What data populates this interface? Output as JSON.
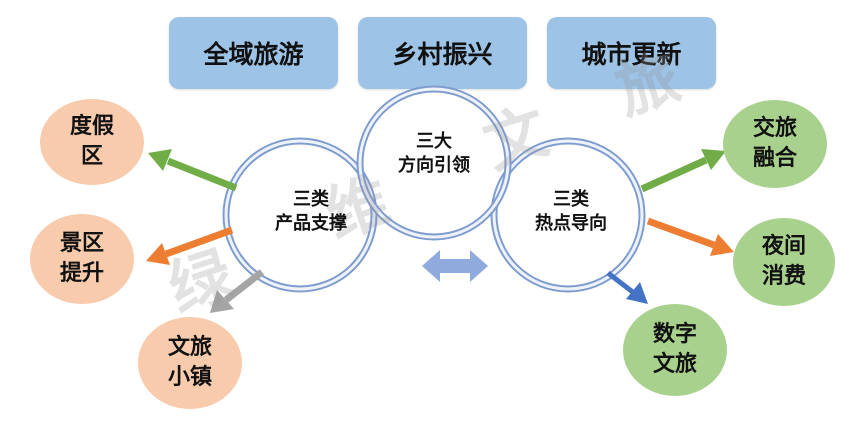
{
  "top_boxes": [
    "全域旅游",
    "乡村振兴",
    "城市更新"
  ],
  "center": {
    "top_line1": "三大",
    "top_line2": "方向引领",
    "left_line1": "三类",
    "left_line2": "产品支撑",
    "right_line1": "三类",
    "right_line2": "热点导向"
  },
  "left_bubbles": [
    {
      "line1": "度假",
      "line2": "区"
    },
    {
      "line1": "景区",
      "line2": "提升"
    },
    {
      "line1": "文旅",
      "line2": "小镇"
    }
  ],
  "right_bubbles": [
    {
      "line1": "交旅",
      "line2": "融合"
    },
    {
      "line1": "夜间",
      "line2": "消费"
    },
    {
      "line1": "数字",
      "line2": "文旅"
    }
  ],
  "watermark": [
    "绿",
    "维",
    "文",
    "旅"
  ],
  "colors": {
    "top_box": "#9dc3e6",
    "peach": "#f8cbad",
    "green": "#a9d18e",
    "arrow_green": "#70ad47",
    "arrow_orange": "#ed7d31",
    "arrow_gray": "#a5a5a5",
    "arrow_blue": "#4472c4",
    "double_arrow": "#8faadc"
  }
}
